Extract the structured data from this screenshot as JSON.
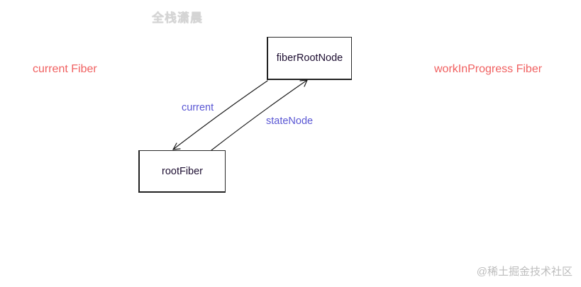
{
  "watermark_top": "全栈潇晨",
  "left_label": "current Fiber",
  "right_label": "workInProgress Fiber",
  "nodes": {
    "fiber_root_node": "fiberRootNode",
    "root_fiber": "rootFiber"
  },
  "edges": {
    "current": "current",
    "state_node": "stateNode"
  },
  "watermark_bottom": "@稀土掘金技术社区",
  "colors": {
    "side_label": "#f06060",
    "edge_label": "#5a57d4",
    "node_text": "#1f1033",
    "stroke": "#1a1a1a"
  }
}
